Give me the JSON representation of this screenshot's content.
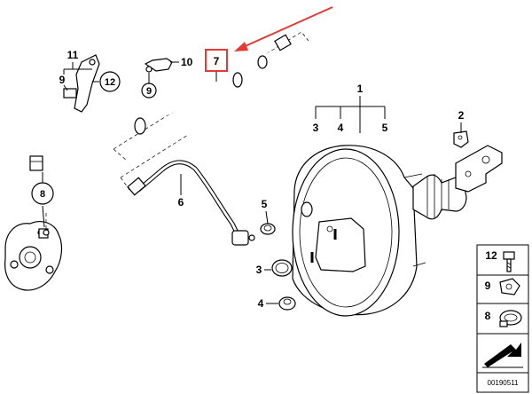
{
  "callouts": {
    "c1": "1",
    "c2": "2",
    "c3a": "3",
    "c3b": "3",
    "c4a": "4",
    "c4b": "4",
    "c5a": "5",
    "c5b": "5",
    "c6": "6",
    "c7": "7",
    "c8": "8",
    "c9a": "9",
    "c9b": "9",
    "c10": "10",
    "c11": "11",
    "c12": "12"
  },
  "legend": {
    "items": [
      {
        "number": "12",
        "icon": "bolt-icon"
      },
      {
        "number": "9",
        "icon": "hose-clip-icon"
      },
      {
        "number": "8",
        "icon": "hose-clamp-icon"
      }
    ],
    "code": "00190511"
  },
  "colors": {
    "highlight": "#e53935",
    "ink": "#000000",
    "background": "#ffffff"
  }
}
